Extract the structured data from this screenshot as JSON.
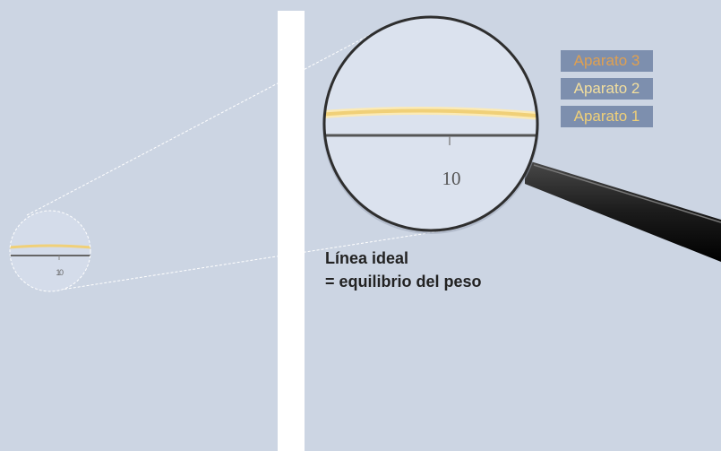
{
  "legend": {
    "items": [
      {
        "label": "Aparato 3",
        "color": "#e0a050"
      },
      {
        "label": "Aparato 2",
        "color": "#f3df9e"
      },
      {
        "label": "Aparato 1",
        "color": "#f0d078"
      }
    ]
  },
  "magnifier": {
    "tick_label": "10",
    "small_tick_label": "10"
  },
  "caption": {
    "line1": "Línea ideal",
    "line2": "= equilibrio del peso"
  },
  "colors": {
    "background": "#ccd5e3",
    "panel_divider": "#ffffff",
    "legend_bg": "#7d8fae",
    "ideal_line": "#f0d078",
    "axis": "#555555",
    "handle": "#222222"
  }
}
